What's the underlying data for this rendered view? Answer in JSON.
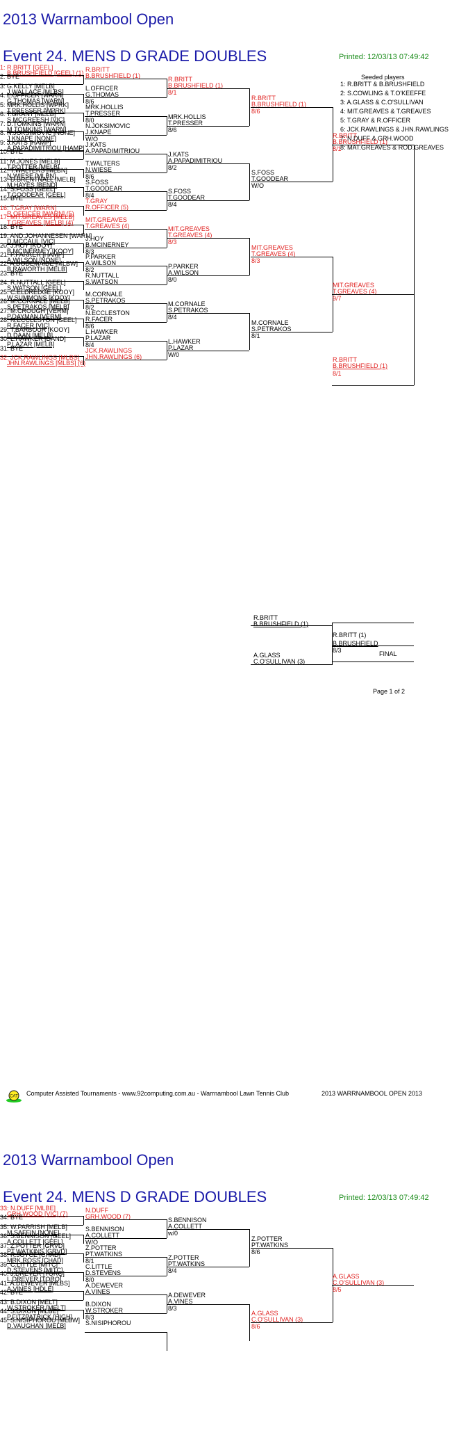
{
  "page1": {
    "tournament_title": "2013 Warrnambool Open",
    "event_title": "Event 24. MENS D GRADE DOUBLES",
    "printed": "Printed: 12/03/13 07:49:42",
    "seeded_heading": "Seeded players",
    "seeds": [
      "1: R.BRITT & B.BRUSHFIELD",
      "2: S.COWLING & T.O'KEEFFE",
      "3: A.GLASS & C.O'SULLIVAN",
      "4: MIT.GREAVES & T.GREAVES",
      "5: T.GRAY & R.OFFICER",
      "6: JCK.RAWLINGS & JHN.RAWLINGS",
      "7: N.DUFF & GRH.WOOD",
      "8: MAT.GREAVES & ROD.GREAVES"
    ],
    "draw": [
      {
        "a": "1: R.BRITT [GEEL]",
        "b": "B.BRUSHFIELD [GEEL] (1)",
        "red": true
      },
      {
        "a": "2: BYE",
        "b": ""
      },
      {
        "a": "3: G.KELLY [MELB]",
        "b": "J.WALLACE [MLBS]"
      },
      {
        "a": "4: L.OFFICER [WARN]",
        "b": "G.THOMAS [WARN]"
      },
      {
        "a": "5: MRK.HOLLIS [WPRK]",
        "b": "T.PRESSER [WPRK]"
      },
      {
        "a": "6: T.GRANT [MELB]",
        "b": "S.MCGREESH [VIC]"
      },
      {
        "a": "7: D.TOMKINS [WARN]",
        "b": "M.TOMKINS [WARN]"
      },
      {
        "a": "8: N.JOKSIMOVIC [NONE]",
        "b": "J.KNAPE [NONE]"
      },
      {
        "a": "9: J.KATS [HAMP]",
        "b": "A.PAPADIMITRIOU [HAMP]"
      },
      {
        "a": "10: BYE",
        "b": ""
      },
      {
        "a": "11: M.JONES [MELB]",
        "b": "T.POTTER [MELB]"
      },
      {
        "a": "12: T.WALTERS [MLBN]",
        "b": "N.WIESE [MLBN]"
      },
      {
        "a": "13: D.BRENTNALL [MELB]",
        "b": "M.HAYES [BEND]"
      },
      {
        "a": "14: S.FOSS [GEEL]",
        "b": "T.GOODEAR [GEEL]"
      },
      {
        "a": "15: BYE",
        "b": ""
      },
      {
        "a": "16: T.GRAY [WARN]",
        "b": "R.OFFICER [WARN] (5)",
        "red": true
      },
      {
        "a": "17: MIT.GREAVES [MELB]",
        "b": "T.GREAVES [MELB] (4)",
        "red": true
      },
      {
        "a": "18: BYE",
        "b": ""
      },
      {
        "a": "19: AND.JOHANNESEN [WARN]",
        "b": "D.MCCAUL [VIC]"
      },
      {
        "a": "20: J.HOY [KOOY]",
        "b": "B.MCINERNEY [KOOY]"
      },
      {
        "a": "21: P.PARKER [HAMP]",
        "b": "A.WILSON [NONE]"
      },
      {
        "a": "22: A.DODEMAIDE [MLBW]",
        "b": "B.RAWORTH [MELB]"
      },
      {
        "a": "23: BYE",
        "b": ""
      },
      {
        "a": "24: R.NUTTALL [GEEL]",
        "b": "S.WATSON [GEEL]"
      },
      {
        "a": "25: C.ELDREDGE [KOOY]",
        "b": "W.SUMMONS [KOOY]"
      },
      {
        "a": "26: M.CORNALE [MELB]",
        "b": "S.PETRAKOS [MELB]"
      },
      {
        "a": "27: M.CROUGH [VERM]",
        "b": "P.DAYMAN [VERM]"
      },
      {
        "a": "28: N.ECCLESTON [GEEL]",
        "b": "R.FACER [VIC]"
      },
      {
        "a": "29: T.BARBOUR [KOOY]",
        "b": "D.DAAN [MELB]"
      },
      {
        "a": "30: L.HAWKER [DAND]",
        "b": "P.LAZAR [MELB]"
      },
      {
        "a": "31: BYE",
        "b": ""
      },
      {
        "a": "32: JCK.RAWLINGS [MLBS]",
        "b": "JHN.RAWLINGS [MLBS] (6)",
        "red": true
      }
    ],
    "r2": [
      {
        "a": "R.BRITT",
        "b": "B.BRUSHFIELD (1)",
        "s": "",
        "red": true
      },
      {
        "a": "L.OFFICER",
        "b": "G.THOMAS",
        "s": "8/6"
      },
      {
        "a": "MRK.HOLLIS",
        "b": "T.PRESSER",
        "s": "8/0"
      },
      {
        "a": "N.JOKSIMOVIC",
        "b": "J.KNAPE",
        "s": "W/O"
      },
      {
        "a": "J.KATS",
        "b": "A.PAPADIMITRIOU",
        "s": ""
      },
      {
        "a": "T.WALTERS",
        "b": "N.WIESE",
        "s": "8/6"
      },
      {
        "a": "S.FOSS",
        "b": "T.GOODEAR",
        "s": "8/4"
      },
      {
        "a": "T.GRAY",
        "b": "R.OFFICER (5)",
        "s": "",
        "red": true
      },
      {
        "a": "MIT.GREAVES",
        "b": "T.GREAVES (4)",
        "s": "",
        "red": true
      },
      {
        "a": "J.HOY",
        "b": "B.MCINERNEY",
        "s": "8/3"
      },
      {
        "a": "P.PARKER",
        "b": "A.WILSON",
        "s": "8/2"
      },
      {
        "a": "R.NUTTALL",
        "b": "S.WATSON",
        "s": ""
      },
      {
        "a": "M.CORNALE",
        "b": "S.PETRAKOS",
        "s": "8/2"
      },
      {
        "a": "N.ECCLESTON",
        "b": "R.FACER",
        "s": "8/6"
      },
      {
        "a": "L.HAWKER",
        "b": "P.LAZAR",
        "s": "8/4"
      },
      {
        "a": "JCK.RAWLINGS",
        "b": "JHN.RAWLINGS (6)",
        "s": "",
        "red": true
      }
    ],
    "r3": [
      {
        "a": "R.BRITT",
        "b": "B.BRUSHFIELD (1)",
        "s": "8/1",
        "red": true
      },
      {
        "a": "MRK.HOLLIS",
        "b": "T.PRESSER",
        "s": "8/6"
      },
      {
        "a": "J.KATS",
        "b": "A.PAPADIMITRIOU",
        "s": "8/2"
      },
      {
        "a": "S.FOSS",
        "b": "T.GOODEAR",
        "s": "8/4"
      },
      {
        "a": "MIT.GREAVES",
        "b": "T.GREAVES (4)",
        "s": "8/3",
        "red": true
      },
      {
        "a": "P.PARKER",
        "b": "A.WILSON",
        "s": "8/0"
      },
      {
        "a": "M.CORNALE",
        "b": "S.PETRAKOS",
        "s": "8/4"
      },
      {
        "a": "L.HAWKER",
        "b": "P.LAZAR",
        "s": "W/0"
      }
    ],
    "r4": [
      {
        "a": "R.BRITT",
        "b": "B.BRUSHFIELD (1)",
        "s": "8/6",
        "red": true
      },
      {
        "a": "S.FOSS",
        "b": "T.GOODEAR",
        "s": "W/O"
      },
      {
        "a": "MIT.GREAVES",
        "b": "T.GREAVES (4)",
        "s": "8/3",
        "red": true
      },
      {
        "a": "M.CORNALE",
        "b": "S.PETRAKOS",
        "s": "8/1"
      }
    ],
    "r5": [
      {
        "a": "R.BRITT",
        "b": "B.BRUSHFIELD (1)",
        "s": "8/1",
        "red": true
      },
      {
        "a": "MIT.GREAVES",
        "b": "T.GREAVES (4)",
        "s": "9/7",
        "red": true
      }
    ],
    "r6": [
      {
        "a": "R.BRITT",
        "b": "B.BRUSHFIELD (1)",
        "s": "8/1",
        "red": true
      }
    ],
    "other_semi": {
      "a": "R.BRITT",
      "b": "B.BRUSHFIELD (1)"
    },
    "other_semi_low": {
      "a": "A.GLASS",
      "b": "C.O'SULLIVAN (3)"
    },
    "final": {
      "a": "R.BRITT (1)",
      "b": "B.BRUSHFIELD",
      "s": "8/3",
      "label": "FINAL"
    },
    "page_no": "Page 1 of 2"
  },
  "footer": {
    "logo_text": "CAT",
    "text": "Computer Assisted Tournaments - www.92computing.com.au -  Warrnambool Lawn Tennis Club",
    "right": "2013 WARRNAMBOOL OPEN 2013"
  },
  "page2": {
    "tournament_title": "2013 Warrnambool Open",
    "event_title": "Event 24. MENS D GRADE DOUBLES",
    "printed": "Printed: 12/03/13 07:49:42",
    "draw": [
      {
        "a": "33: N.DUFF [MLBE]",
        "b": "GRH.WOOD [VIC] (7)",
        "red": true
      },
      {
        "a": "34: BYE",
        "b": ""
      },
      {
        "a": "35: W.PARRISH [MELB]",
        "b": "M.SAFFIN [NONE]"
      },
      {
        "a": "36: S.BENNISON [GEEL]",
        "b": "A.COLLETT [GEEL]"
      },
      {
        "a": "37: Z.POTTER [GRVD]",
        "b": "PT.WATKINS [GRVD]"
      },
      {
        "a": "38: R.JOYCE [CHAD]",
        "b": "MRK.ROSS [CHAD]"
      },
      {
        "a": "39: C.LITTLE [MITC]",
        "b": "D.STEVENS [MITC]"
      },
      {
        "a": "40: J.DREVER [TORQ]",
        "b": "L.DREVER [TORQ]"
      },
      {
        "a": "41: A.DEWEVER [MLBS]",
        "b": "A.VINES [HDLE]"
      },
      {
        "a": "42: BYE",
        "b": ""
      },
      {
        "a": "43: B.DIXON [MELT]",
        "b": "W.STROKER [MELT]"
      },
      {
        "a": "44: S.DIXON [MLBE]",
        "b": "P.FITZPATRICK [HIGH]"
      },
      {
        "a": "45: S.NISIPHOROU [MLBW]",
        "b": "D.VAUGHAN [MELB]"
      }
    ],
    "r2": [
      {
        "a": "N.DUFF",
        "b": "GRH.WOOD (7)",
        "s": "",
        "red": true
      },
      {
        "a": "S.BENNISON",
        "b": "A.COLLETT",
        "s": "W/O"
      },
      {
        "a": "Z.POTTER",
        "b": "PT.WATKINS",
        "s": "8/1"
      },
      {
        "a": "C.LITTLE",
        "b": "D.STEVENS",
        "s": "8/0"
      },
      {
        "a": "A.DEWEVER",
        "b": "A.VINES",
        "s": ""
      },
      {
        "a": "B.DIXON",
        "b": "W.STROKER",
        "s": "8/3"
      },
      {
        "a": "S.NISIPHOROU",
        "b": "",
        "s": ""
      }
    ],
    "r3": [
      {
        "a": "S.BENNISON",
        "b": "A.COLLETT",
        "s": "w/0"
      },
      {
        "a": "Z.POTTER",
        "b": "PT.WATKINS",
        "s": "8/4"
      },
      {
        "a": "A.DEWEVER",
        "b": "A.VINES",
        "s": "8/3"
      }
    ],
    "r4": [
      {
        "a": "Z.POTTER",
        "b": "PT.WATKINS",
        "s": "8/6"
      },
      {
        "a": "A.GLASS",
        "b": "C.O'SULLIVAN (3)",
        "s": "8/6",
        "red": true
      }
    ],
    "r5": [
      {
        "a": "A.GLASS",
        "b": "C.O'SULLIVAN (3)",
        "s": "8/5",
        "red": true
      }
    ]
  }
}
